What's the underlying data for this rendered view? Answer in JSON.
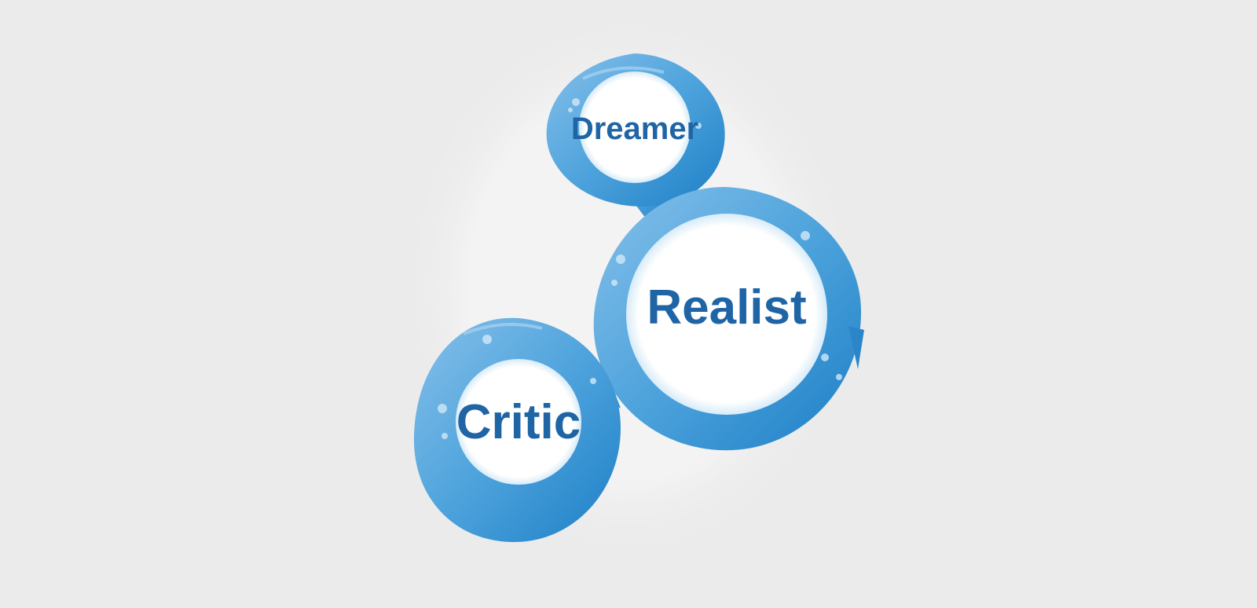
{
  "diagram": {
    "nodes": [
      {
        "id": "dreamer",
        "label": "Dreamer"
      },
      {
        "id": "realist",
        "label": "Realist"
      },
      {
        "id": "critic",
        "label": "Critic"
      }
    ],
    "colors": {
      "background": "#ebebeb",
      "ring_light": "#7db9e6",
      "ring_dark": "#1f82c8",
      "text": "#1f65a6",
      "center": "#ffffff"
    }
  }
}
